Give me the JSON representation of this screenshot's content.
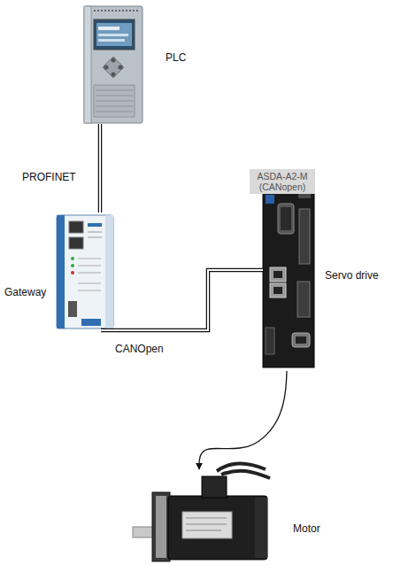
{
  "diagram": {
    "nodes": [
      {
        "text": [
          "PLC"
        ]
      },
      {
        "text": [
          "Gateway"
        ]
      },
      {
        "text": [
          "ASDA-A2-M (CANopen)",
          "Servo drive"
        ]
      },
      {
        "text": [
          "Motor"
        ]
      }
    ],
    "edges": [
      {
        "from": 0,
        "to": 1,
        "label": "PROFINET",
        "arrow": "none"
      },
      {
        "from": 1,
        "to": 2,
        "label": "CANOpen",
        "arrow": "none"
      },
      {
        "from": 2,
        "to": 3,
        "arrow": "to"
      }
    ]
  }
}
